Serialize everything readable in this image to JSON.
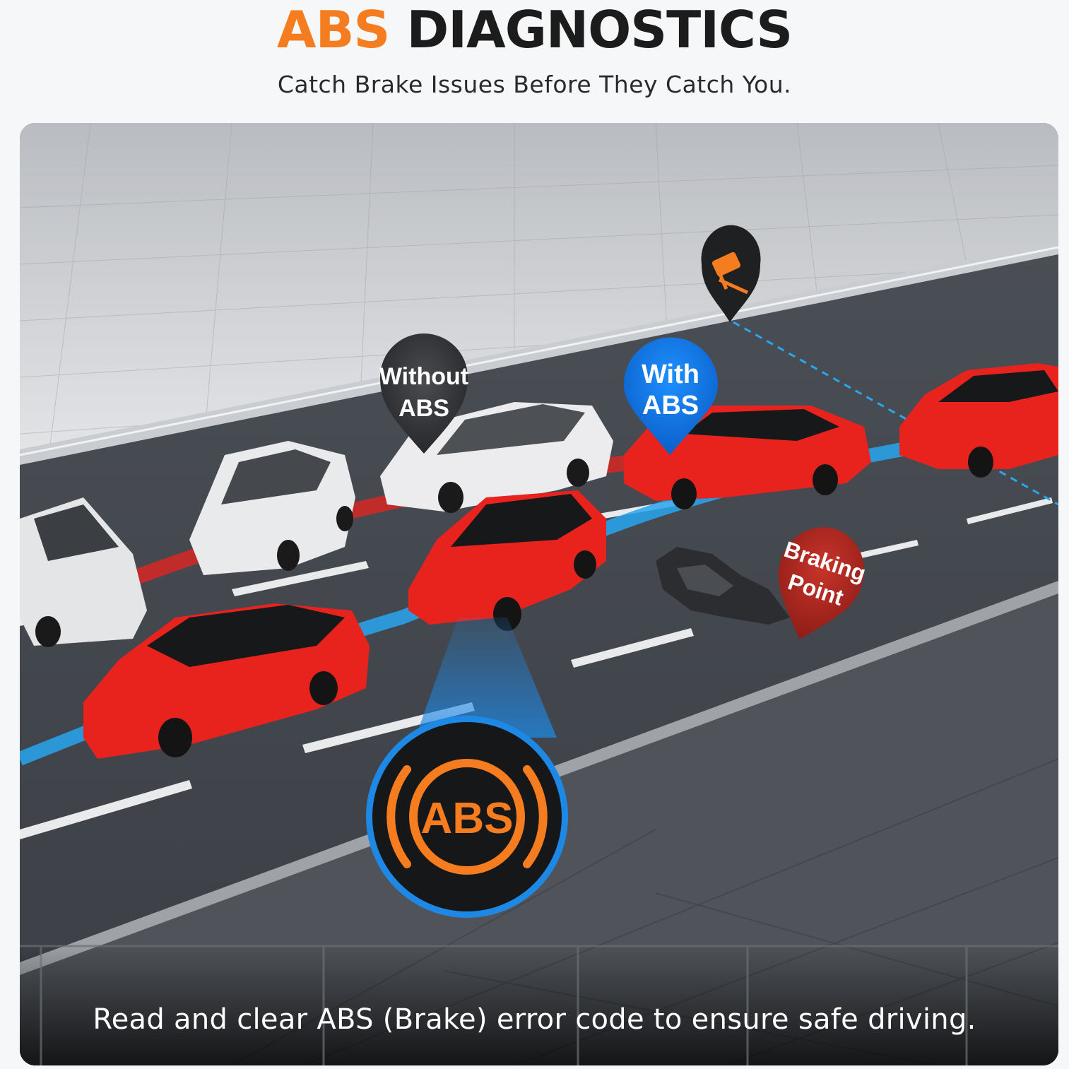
{
  "header": {
    "title_accent": "ABS",
    "title_rest": "DIAGNOSTICS",
    "subtitle": "Catch Brake Issues Before They Catch You."
  },
  "scene": {
    "pins": {
      "without_abs": {
        "line1": "Without",
        "line2": "ABS"
      },
      "with_abs": {
        "line1": "With",
        "line2": "ABS"
      },
      "braking_point": {
        "line1": "Braking",
        "line2": "Point"
      },
      "brake_pedal_icon": "brake-pedal-icon"
    },
    "abs_warning": {
      "label": "ABS",
      "icon": "abs-warning-light-icon"
    }
  },
  "caption": "Read and clear ABS (Brake) error code to ensure safe driving.",
  "colors": {
    "accent_orange": "#f57c1f",
    "abs_blue": "#1e88e5",
    "braking_red": "#b52a22",
    "car_red": "#e8231e",
    "car_white": "#e8e8ea"
  }
}
